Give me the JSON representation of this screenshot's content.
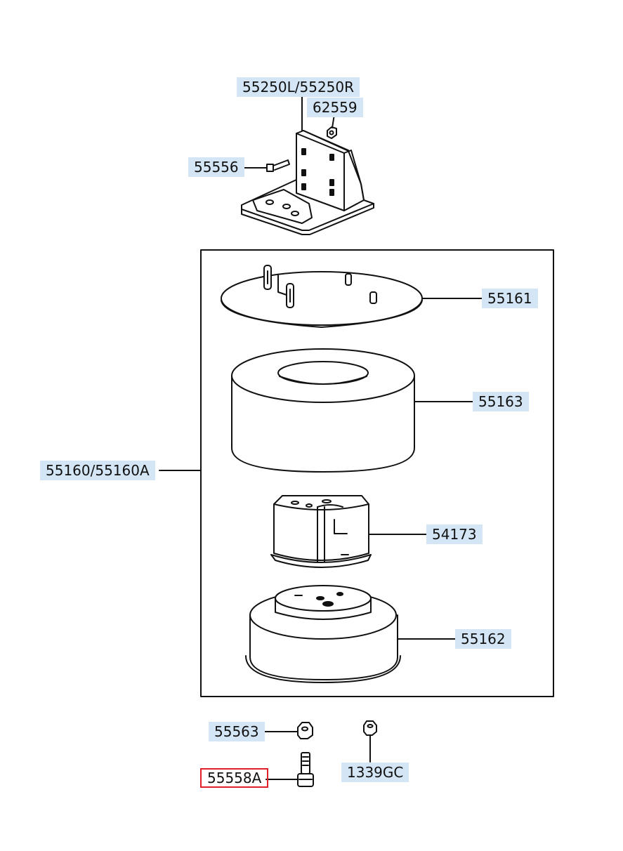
{
  "diagram": {
    "labels": {
      "bracket": "55250L/55250R",
      "nut_top": "62559",
      "bolt_top": "55556",
      "plate": "55161",
      "ring": "55163",
      "assembly": "55160/55160A",
      "bushing": "54173",
      "cup": "55162",
      "nut_small": "55563",
      "nut_right": "1339GC",
      "stud": "55558A"
    },
    "selected_part": "55558A",
    "colors": {
      "label_bg": "#d4e6f5",
      "highlight": "#e01f26",
      "line": "#111111"
    }
  }
}
